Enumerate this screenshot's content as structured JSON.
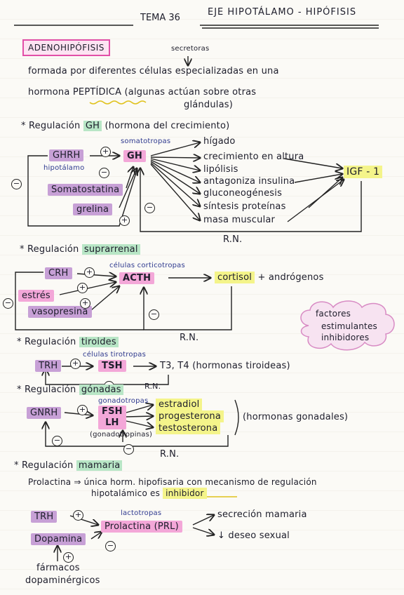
{
  "header": {
    "tema": "TEMA 36",
    "topic": "EJE HIPOTÁLAMO - HIPÓFISIS"
  },
  "adeno": {
    "title": "ADENOHIPÓFISIS",
    "secretoras": "secretoras",
    "line1": "formada por diferentes células especializadas en una",
    "line2a": "hormona",
    "peptidica": "PEPTÍDICA",
    "line2b": "(algunas actúan sobre otras",
    "line3": "glándulas)"
  },
  "gh": {
    "heading_pre": "* Regulación",
    "heading_hl": "GH",
    "heading_post": "(hormona del crecimiento)",
    "somatotropas": "somatotropas",
    "ghrh": "GHRH",
    "hipotalamo": "hipotálamo",
    "gh_box": "GH",
    "somatostatina": "Somatostatina",
    "grelina": "grelina",
    "targets": [
      "hígado",
      "crecimiento en altura",
      "lipólisis",
      "antagoniza insulina",
      "gluconeogénesis",
      "síntesis proteínas",
      "masa muscular"
    ],
    "igf": "IGF - 1",
    "rn": "R.N."
  },
  "supra": {
    "heading_pre": "* Regulación",
    "heading_hl": "suprarrenal",
    "corticotropas": "células corticotropas",
    "crh": "CRH",
    "acth": "ACTH",
    "estres": "estrés",
    "vasopresina": "vasopresina",
    "cortisol": "cortisol",
    "androgenos": "+ andrógenos",
    "rn": "R.N."
  },
  "cloud": {
    "l1": "factores",
    "l2": "estimulantes",
    "l3": "inhibidores"
  },
  "tiroides": {
    "heading_pre": "* Regulación",
    "heading_hl": "tiroides",
    "tirotropas": "células tirotropas",
    "trh": "TRH",
    "tsh": "TSH",
    "t3t4": "T3, T4 (hormonas tiroideas)",
    "rn": "R.N."
  },
  "gonadas": {
    "heading_pre": "* Regulación",
    "heading_hl": "gónadas",
    "gonadotropas": "gonadotropas",
    "gnrh": "GNRH",
    "fsh": "FSH",
    "lh": "LH",
    "gonadotropinas": "(gonadotropinas)",
    "hormones": [
      "estradiol",
      "progesterona",
      "testosterona"
    ],
    "gonadales": "(hormonas gonadales)",
    "rn": "R.N."
  },
  "mamaria": {
    "heading_pre": "* Regulación",
    "heading_hl": "mamaria",
    "line1": "Prolactina ⇒ única horm. hipofisaria con mecanismo de regulación",
    "line2a": "hipotalámico es",
    "inhibidor": "inhibidor",
    "lactotropas": "lactotropas",
    "trh": "TRH",
    "prl": "Prolactina (PRL)",
    "secrecion": "secreción mamaria",
    "deseo": "↓ deseo sexual",
    "dopamina": "Dopamina",
    "farmacos1": "fármacos",
    "farmacos2": "dopaminérgicos"
  },
  "signs": {
    "plus": "+",
    "minus": "−"
  },
  "colors": {
    "pink": "#f3a7d8",
    "purple": "#c7a0d6",
    "yellow": "#f4f48a",
    "green": "#b8e6c6",
    "title_border": "#e24fa8"
  }
}
